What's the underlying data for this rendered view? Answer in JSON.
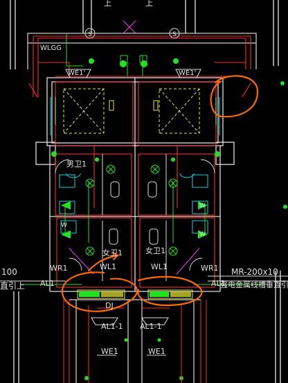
{
  "drawing": {
    "background": "#000000",
    "colors": {
      "white": "#e8e8e8",
      "red": "#ff2a2a",
      "green": "#22e022",
      "yellow": "#e8e83a",
      "cyan": "#00d8e8",
      "magenta": "#ff3bff",
      "orange": "#ff6a00",
      "gray": "#8a8a8a"
    },
    "labels": {
      "top_char": "上",
      "circuit_s": "S",
      "wlgg": "WLGG",
      "we1_prime": "WE1'",
      "mens_toilet": "男卫1",
      "womens_toilet": "女卫1",
      "wr1": "WR1",
      "wl1": "WL1",
      "al1": "AL1",
      "al1_1": "AL1-1",
      "dj": "DJ",
      "we1": "WE1",
      "w_mark": "W",
      "left_100": "100",
      "left_vertical": "直引上",
      "right_mr": "MR-200x10",
      "right_desc": "强电金属线槽垂直引"
    }
  }
}
